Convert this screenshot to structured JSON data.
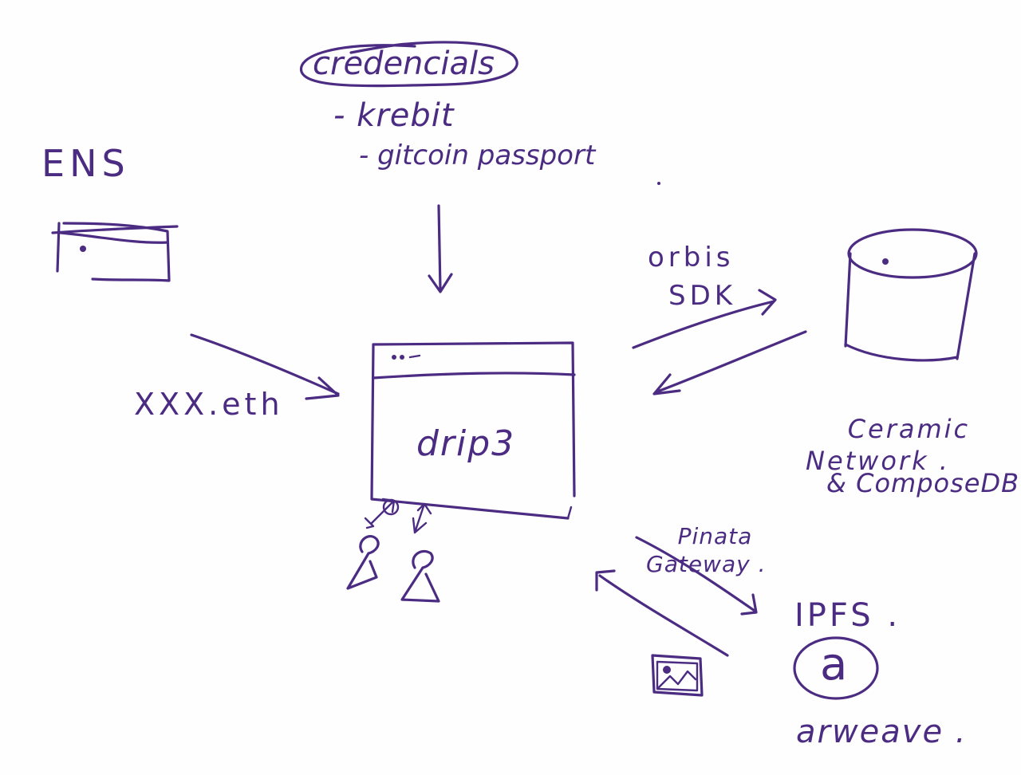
{
  "labels": {
    "credentials": "credencials",
    "krebit": "- krebit",
    "gitcoin": "- gitcoin passport",
    "ens": "ENS",
    "ens_name": "XXX.eth",
    "app": "drip3",
    "orbis": "orbis",
    "sdk": "SDK",
    "ceramic": "Ceramic\nNetwork .",
    "compose": "& ComposeDB",
    "pinata": "Pinata\nGateway .",
    "ipfs": "IPFS .",
    "arweave_symbol": "a",
    "arweave": "arweave ."
  },
  "colors": {
    "ink": "#4b2c82",
    "paper": "#fefefe"
  },
  "icons": {
    "ens_browser": "browser-window-icon",
    "app_window": "browser-window-icon",
    "database": "database-cylinder-icon",
    "users": "person-icon",
    "image": "image-icon",
    "arweave": "circled-a-icon"
  }
}
